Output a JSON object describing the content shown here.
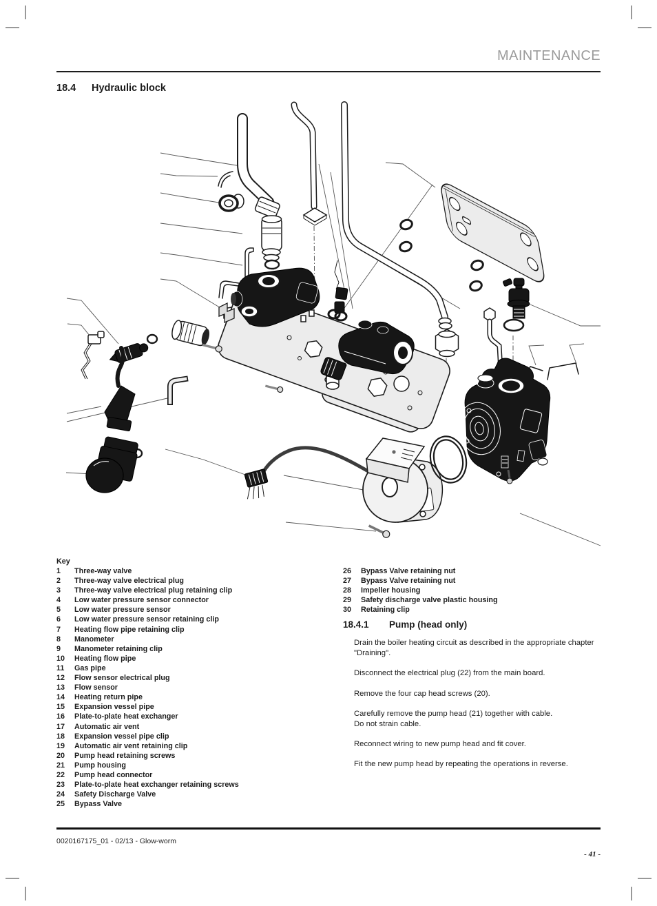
{
  "header": {
    "title": "MAINTENANCE"
  },
  "section": {
    "number": "18.4",
    "title": "Hydraulic block"
  },
  "key": {
    "heading": "Key",
    "col1": [
      {
        "n": "1",
        "label": "Three-way valve"
      },
      {
        "n": "2",
        "label": "Three-way valve electrical plug"
      },
      {
        "n": "3",
        "label": "Three-way valve electrical plug retaining clip"
      },
      {
        "n": "4",
        "label": "Low water pressure sensor connector"
      },
      {
        "n": "5",
        "label": "Low water pressure sensor"
      },
      {
        "n": "6",
        "label": "Low water pressure sensor retaining clip"
      },
      {
        "n": "7",
        "label": "Heating flow pipe retaining clip"
      },
      {
        "n": "8",
        "label": "Manometer"
      },
      {
        "n": "9",
        "label": "Manometer retaining clip"
      },
      {
        "n": "10",
        "label": "Heating flow pipe"
      },
      {
        "n": "11",
        "label": "Gas pipe"
      },
      {
        "n": "12",
        "label": "Flow sensor electrical plug"
      },
      {
        "n": "13",
        "label": "Flow sensor"
      },
      {
        "n": "14",
        "label": "Heating return pipe"
      },
      {
        "n": "15",
        "label": "Expansion vessel pipe"
      },
      {
        "n": "16",
        "label": "Plate-to-plate heat exchanger"
      },
      {
        "n": "17",
        "label": "Automatic air vent"
      },
      {
        "n": "18",
        "label": "Expansion vessel pipe clip"
      },
      {
        "n": "19",
        "label": "Automatic air vent retaining clip"
      },
      {
        "n": "20",
        "label": "Pump head retaining screws"
      },
      {
        "n": "21",
        "label": "Pump housing"
      },
      {
        "n": "22",
        "label": "Pump head connector"
      },
      {
        "n": "23",
        "label": "Plate-to-plate heat exchanger retaining screws"
      },
      {
        "n": "24",
        "label": "Safety Discharge Valve"
      },
      {
        "n": "25",
        "label": "Bypass Valve"
      }
    ],
    "col2": [
      {
        "n": "26",
        "label": "Bypass Valve retaining nut"
      },
      {
        "n": "27",
        "label": "Bypass Valve retaining nut"
      },
      {
        "n": "28",
        "label": "Impeller housing"
      },
      {
        "n": "29",
        "label": "Safety discharge valve plastic housing"
      },
      {
        "n": "30",
        "label": "Retaining clip"
      }
    ]
  },
  "subsection": {
    "number": "18.4.1",
    "title": "Pump (head only)"
  },
  "paragraphs": [
    "Drain the boiler heating circuit as described in the appropriate chapter \"Draining\".",
    "Disconnect the electrical plug (22) from the main board.",
    "Remove the four cap head screws (20).",
    "Carefully remove the pump head (21) together with cable.\nDo not strain cable.",
    "Reconnect wiring to new pump head and fit cover.",
    "Fit the new pump head by repeating the operations in reverse."
  ],
  "footer": {
    "left": "0020167175_01 - 02/13 - Glow-worm",
    "page": "- 41 -"
  }
}
